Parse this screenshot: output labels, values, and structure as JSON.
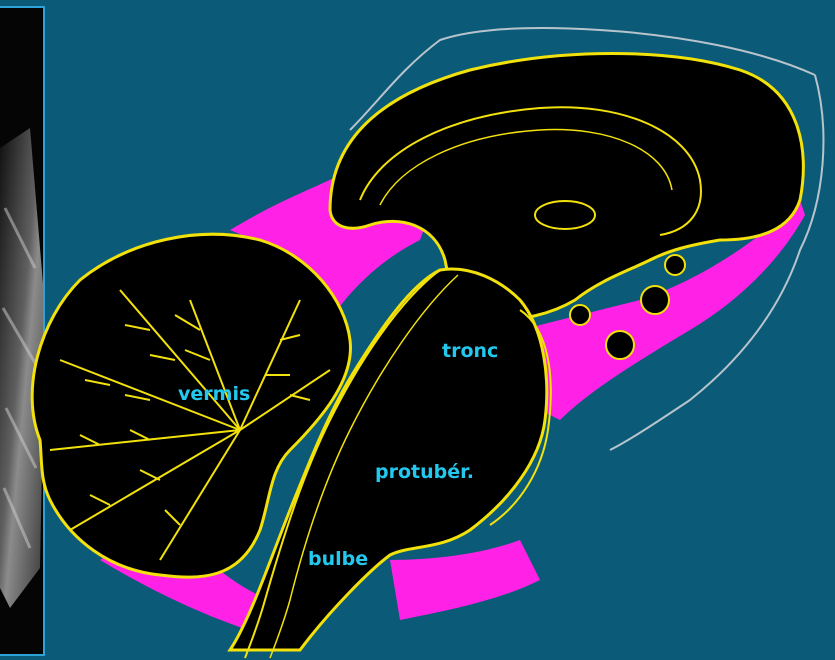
{
  "labels": {
    "vermis": "vermis",
    "tronc": "tronc",
    "protuberance": "protubér.",
    "bulbe": "bulbe"
  },
  "colors": {
    "background": "#0b5a78",
    "brain": "#000000",
    "outline": "#f2e10a",
    "csf_space": "#ff22e6",
    "label": "#22c8ee",
    "skull_line": "#b8c4cc"
  }
}
